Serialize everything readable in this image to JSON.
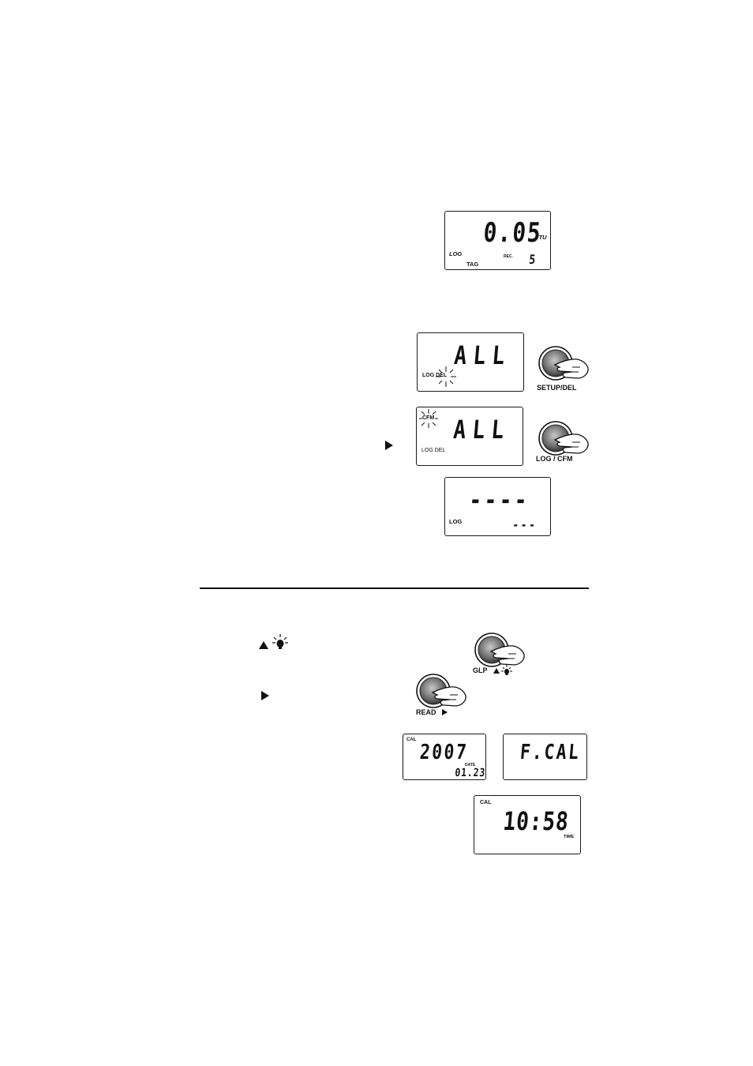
{
  "lcd1": {
    "main": "0.05",
    "unit": "FTU",
    "log": "LOG",
    "tag": "TAG",
    "rec": "REC.",
    "rec_num": "5"
  },
  "lcd2": {
    "main": "ALL",
    "label": "LOG DEL"
  },
  "lcd3": {
    "main": "ALL",
    "cfm": "CFM",
    "label": "LOG DEL"
  },
  "lcd4": {
    "main": "----",
    "log": "LOG",
    "sub": "---"
  },
  "buttons": {
    "setup_del": "SETUP/DEL",
    "log_cfm": "LOG / CFM",
    "glp": "GLP",
    "read": "READ"
  },
  "lcd5": {
    "cal": "CAL",
    "main": "2007",
    "date_label": "DATE",
    "sub": "01.23"
  },
  "lcd6": {
    "main": "F.CAL"
  },
  "lcd7": {
    "cal": "CAL",
    "main": "10:58",
    "time_label": "TIME"
  },
  "icons": {
    "up": "up-arrow-icon",
    "right": "right-arrow-icon",
    "lamp": "backlight-lamp-icon",
    "hand": "pressing-hand-icon"
  }
}
